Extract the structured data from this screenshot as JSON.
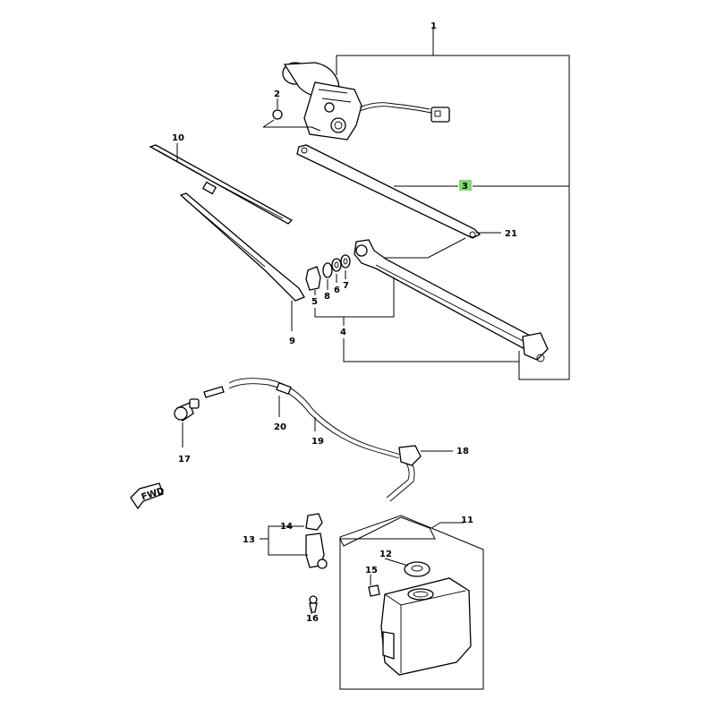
{
  "callouts": {
    "c1": "1",
    "c2": "2",
    "c3": "3",
    "c4": "4",
    "c5": "5",
    "c6": "6",
    "c7": "7",
    "c8": "8",
    "c9": "9",
    "c10": "10",
    "c11": "11",
    "c12": "12",
    "c13": "13",
    "c14": "14",
    "c15": "15",
    "c16": "16",
    "c17": "17",
    "c18": "18",
    "c19": "19",
    "c20": "20",
    "c21": "21"
  },
  "fwd_label": "FWD",
  "highlight_color": "#7ddb6a"
}
